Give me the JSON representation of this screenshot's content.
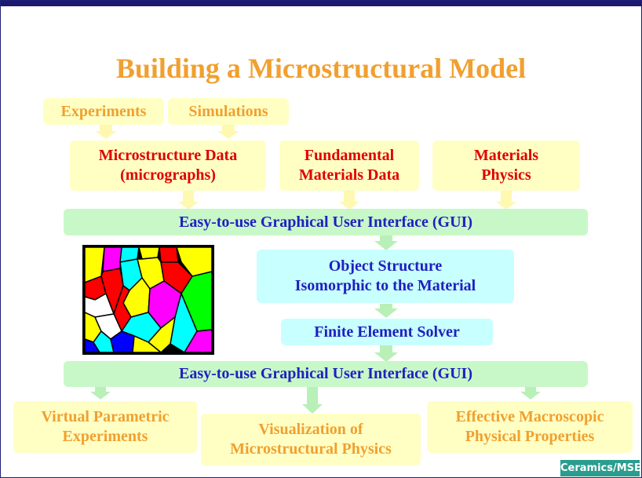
{
  "title": "Building a Microstructural Model",
  "sources": {
    "experiments": "Experiments",
    "simulations": "Simulations"
  },
  "inputs": {
    "microstructure_l1": "Microstructure Data",
    "microstructure_l2": "(micrographs)",
    "fundamental_l1": "Fundamental",
    "fundamental_l2": "Materials Data",
    "physics_l1": "Materials",
    "physics_l2": "Physics"
  },
  "gui_top": "Easy-to-use Graphical User Interface (GUI)",
  "object_structure_l1": "Object Structure",
  "object_structure_l2": "Isomorphic to the Material",
  "solver": "Finite Element Solver",
  "gui_bottom": "Easy-to-use Graphical User Interface (GUI)",
  "outputs": {
    "virtual_l1": "Virtual Parametric",
    "virtual_l2": "Experiments",
    "visualization_l1": "Visualization of",
    "visualization_l2": "Microstructural Physics",
    "effective_l1": "Effective Macroscopic",
    "effective_l2": "Physical Properties"
  },
  "badge": "Ceramics/MSEL",
  "colors": {
    "title": "#f0a030",
    "accent_red": "#e00000",
    "accent_blue": "#2020c0",
    "yellow_box": "#ffffc4",
    "green_box": "#c8f8c8",
    "cyan_box": "#c8ffff",
    "arrow": "#b8f0b8"
  }
}
